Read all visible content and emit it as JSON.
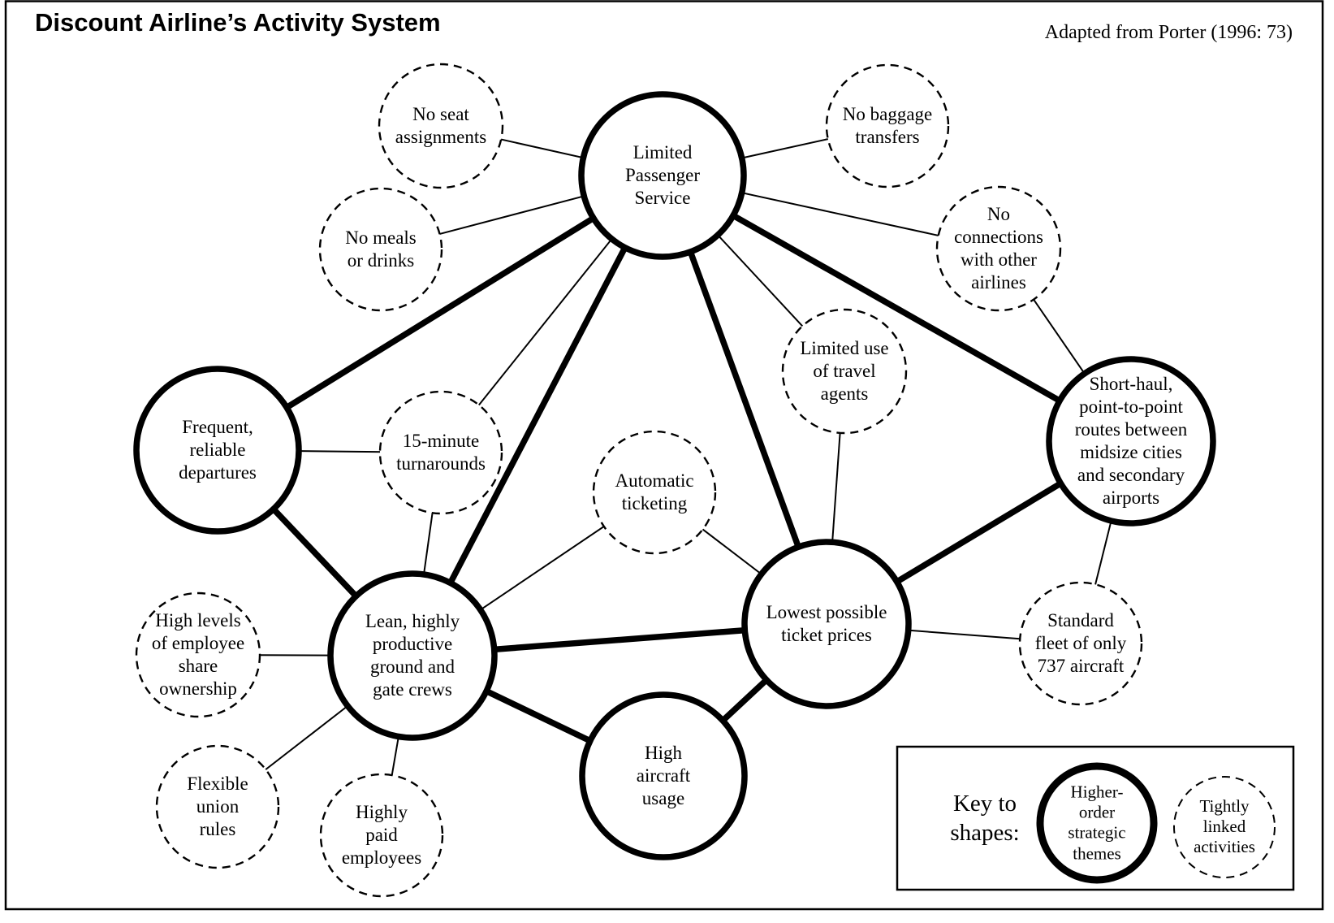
{
  "title": "Discount Airline’s Activity System",
  "attribution": "Adapted from Porter (1996: 73)",
  "colors": {
    "ink": "#000000",
    "background": "#ffffff"
  },
  "nodes": {
    "limited_passenger_service": {
      "label": "Limited\nPassenger\nService",
      "kind": "higher-order strategic theme"
    },
    "frequent_reliable_departures": {
      "label": "Frequent,\nreliable\ndepartures",
      "kind": "higher-order strategic theme"
    },
    "short_haul_routes": {
      "label": "Short-haul,\npoint-to-point\nroutes between\nmidsize cities\nand secondary\nairports",
      "kind": "higher-order strategic theme"
    },
    "lean_ground_gate_crews": {
      "label": "Lean, highly\nproductive\nground and\ngate crews",
      "kind": "higher-order strategic theme"
    },
    "lowest_ticket_prices": {
      "label": "Lowest possible\nticket prices",
      "kind": "higher-order strategic theme"
    },
    "high_aircraft_usage": {
      "label": "High\naircraft\nusage",
      "kind": "higher-order strategic theme"
    },
    "no_seat_assignments": {
      "label": "No seat\nassignments",
      "kind": "tightly linked activity"
    },
    "no_meals_or_drinks": {
      "label": "No meals\nor drinks",
      "kind": "tightly linked activity"
    },
    "no_baggage_transfers": {
      "label": "No baggage\ntransfers",
      "kind": "tightly linked activity"
    },
    "no_connections_other_airlines": {
      "label": "No\nconnections\nwith other\nairlines",
      "kind": "tightly linked activity"
    },
    "limited_use_travel_agents": {
      "label": "Limited use\nof travel\nagents",
      "kind": "tightly linked activity"
    },
    "fifteen_minute_turnarounds": {
      "label": "15-minute\nturnarounds",
      "kind": "tightly linked activity"
    },
    "automatic_ticketing": {
      "label": "Automatic\nticketing",
      "kind": "tightly linked activity"
    },
    "standard_fleet_737": {
      "label": "Standard\nfleet of only\n737 aircraft",
      "kind": "tightly linked activity"
    },
    "employee_share_ownership": {
      "label": "High levels\nof employee\nshare\nownership",
      "kind": "tightly linked activity"
    },
    "flexible_union_rules": {
      "label": "Flexible\nunion\nrules",
      "kind": "tightly linked activity"
    },
    "highly_paid_employees": {
      "label": "Highly\npaid\nemployees",
      "kind": "tightly linked activity"
    }
  },
  "edges": [
    {
      "from": "limited_passenger_service",
      "to": "frequent_reliable_departures",
      "weight": "thick"
    },
    {
      "from": "limited_passenger_service",
      "to": "lean_ground_gate_crews",
      "weight": "thick"
    },
    {
      "from": "limited_passenger_service",
      "to": "lowest_ticket_prices",
      "weight": "thick"
    },
    {
      "from": "limited_passenger_service",
      "to": "short_haul_routes",
      "weight": "thick"
    },
    {
      "from": "frequent_reliable_departures",
      "to": "lean_ground_gate_crews",
      "weight": "thick"
    },
    {
      "from": "lean_ground_gate_crews",
      "to": "lowest_ticket_prices",
      "weight": "thick"
    },
    {
      "from": "lean_ground_gate_crews",
      "to": "high_aircraft_usage",
      "weight": "thick"
    },
    {
      "from": "high_aircraft_usage",
      "to": "lowest_ticket_prices",
      "weight": "thick"
    },
    {
      "from": "lowest_ticket_prices",
      "to": "short_haul_routes",
      "weight": "thick"
    },
    {
      "from": "no_seat_assignments",
      "to": "limited_passenger_service",
      "weight": "thin"
    },
    {
      "from": "no_meals_or_drinks",
      "to": "limited_passenger_service",
      "weight": "thin"
    },
    {
      "from": "no_baggage_transfers",
      "to": "limited_passenger_service",
      "weight": "thin"
    },
    {
      "from": "no_connections_other_airlines",
      "to": "limited_passenger_service",
      "weight": "thin"
    },
    {
      "from": "no_connections_other_airlines",
      "to": "short_haul_routes",
      "weight": "thin"
    },
    {
      "from": "limited_use_travel_agents",
      "to": "limited_passenger_service",
      "weight": "thin"
    },
    {
      "from": "limited_use_travel_agents",
      "to": "lowest_ticket_prices",
      "weight": "thin"
    },
    {
      "from": "fifteen_minute_turnarounds",
      "to": "limited_passenger_service",
      "weight": "thin"
    },
    {
      "from": "fifteen_minute_turnarounds",
      "to": "frequent_reliable_departures",
      "weight": "thin"
    },
    {
      "from": "fifteen_minute_turnarounds",
      "to": "lean_ground_gate_crews",
      "weight": "thin"
    },
    {
      "from": "automatic_ticketing",
      "to": "lean_ground_gate_crews",
      "weight": "thin"
    },
    {
      "from": "automatic_ticketing",
      "to": "lowest_ticket_prices",
      "weight": "thin"
    },
    {
      "from": "standard_fleet_737",
      "to": "short_haul_routes",
      "weight": "thin"
    },
    {
      "from": "standard_fleet_737",
      "to": "lowest_ticket_prices",
      "weight": "thin"
    },
    {
      "from": "employee_share_ownership",
      "to": "lean_ground_gate_crews",
      "weight": "thin"
    },
    {
      "from": "flexible_union_rules",
      "to": "lean_ground_gate_crews",
      "weight": "thin"
    },
    {
      "from": "highly_paid_employees",
      "to": "lean_ground_gate_crews",
      "weight": "thin"
    }
  ],
  "key": {
    "heading": "Key to\nshapes:",
    "items": [
      {
        "shape": "solid-circle",
        "label": "Higher-\norder\nstrategic\nthemes"
      },
      {
        "shape": "dashed-circle",
        "label": "Tightly\nlinked\nactivities"
      }
    ]
  }
}
